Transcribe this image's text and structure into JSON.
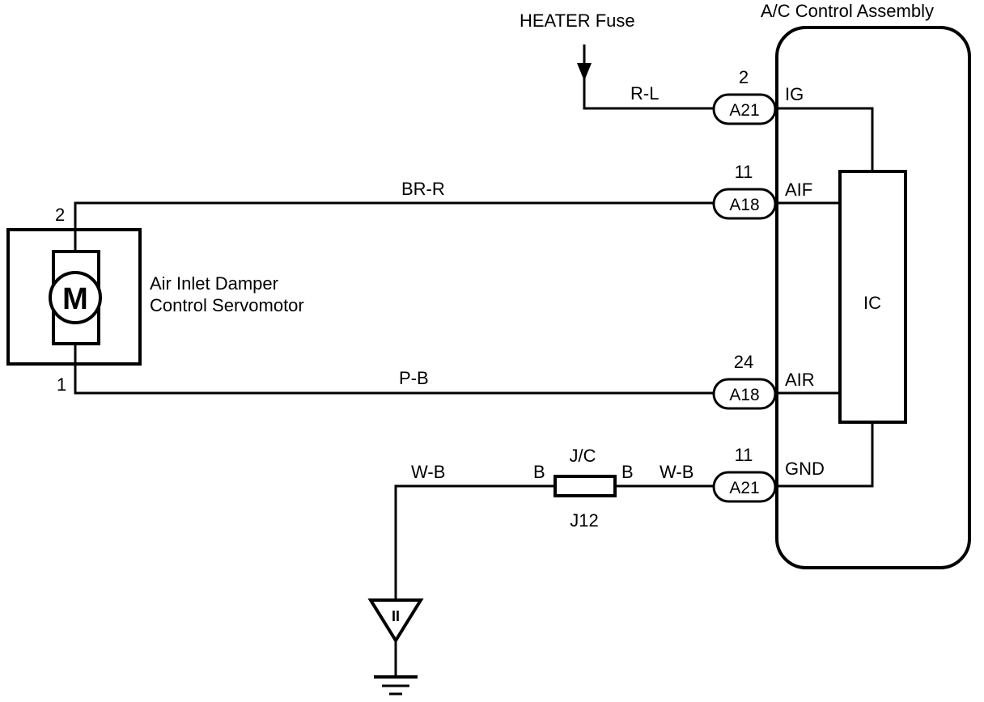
{
  "fuse": {
    "label": "HEATER Fuse"
  },
  "assembly": {
    "label": "A/C Control Assembly",
    "ic_label": "IC"
  },
  "servomotor": {
    "label_line1": "Air Inlet Damper",
    "label_line2": "Control Servomotor",
    "symbol": "M",
    "pin_top": "2",
    "pin_bottom": "1"
  },
  "connectors": [
    {
      "id": "A21",
      "pin": "2",
      "signal": "IG",
      "wire": "R-L"
    },
    {
      "id": "A18",
      "pin": "11",
      "signal": "AIF",
      "wire": "BR-R"
    },
    {
      "id": "A18",
      "pin": "24",
      "signal": "AIR",
      "wire": "P-B"
    },
    {
      "id": "A21",
      "pin": "11",
      "signal": "GND",
      "wire": "W-B"
    }
  ],
  "junction": {
    "label_top": "J/C",
    "label_bottom": "J12",
    "left_pin": "B",
    "right_pin": "B",
    "left_wire": "W-B"
  },
  "ground": {
    "symbol": "II"
  }
}
